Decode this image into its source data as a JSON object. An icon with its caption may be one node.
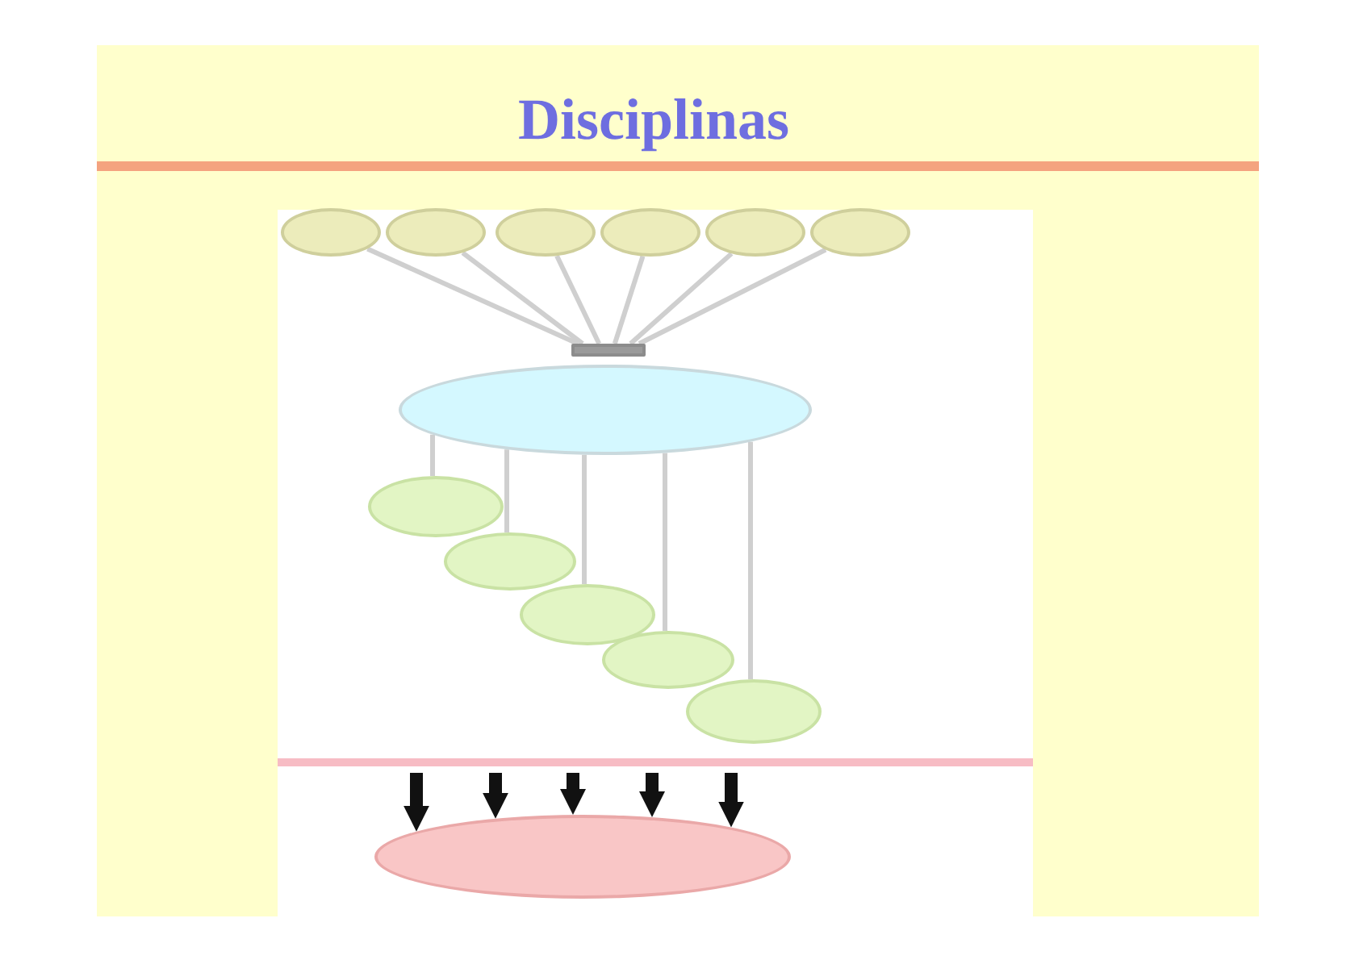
{
  "diagram": {
    "title": "Disciplinas",
    "nodes": [
      {
        "text": [],
        "shape": "ellipse"
      },
      {
        "text": [],
        "shape": "ellipse"
      },
      {
        "text": [],
        "shape": "ellipse"
      },
      {
        "text": [],
        "shape": "ellipse"
      },
      {
        "text": [],
        "shape": "ellipse"
      },
      {
        "text": [],
        "shape": "ellipse"
      },
      {
        "text": [],
        "shape": "bar"
      },
      {
        "text": [],
        "shape": "ellipse"
      },
      {
        "text": [],
        "shape": "ellipse"
      },
      {
        "text": [],
        "shape": "ellipse"
      },
      {
        "text": [],
        "shape": "ellipse"
      },
      {
        "text": [],
        "shape": "ellipse"
      },
      {
        "text": [],
        "shape": "ellipse"
      },
      {
        "text": [],
        "shape": "ellipse"
      }
    ],
    "edges": [
      {
        "from": 0,
        "to": 6,
        "arrow": "none"
      },
      {
        "from": 1,
        "to": 6,
        "arrow": "none"
      },
      {
        "from": 2,
        "to": 6,
        "arrow": "none"
      },
      {
        "from": 3,
        "to": 6,
        "arrow": "none"
      },
      {
        "from": 4,
        "to": 6,
        "arrow": "none"
      },
      {
        "from": 5,
        "to": 6,
        "arrow": "none"
      },
      {
        "from": 7,
        "to": 8,
        "arrow": "none"
      },
      {
        "from": 7,
        "to": 9,
        "arrow": "none"
      },
      {
        "from": 7,
        "to": 10,
        "arrow": "none"
      },
      {
        "from": 7,
        "to": 11,
        "arrow": "none"
      },
      {
        "from": 7,
        "to": 12,
        "arrow": "none"
      },
      {
        "from": null,
        "to": 13,
        "arrow": "to",
        "style": "thick",
        "color": "#111111"
      },
      {
        "from": null,
        "to": 13,
        "arrow": "to",
        "style": "thick",
        "color": "#111111"
      },
      {
        "from": null,
        "to": 13,
        "arrow": "to",
        "style": "thick",
        "color": "#111111"
      },
      {
        "from": null,
        "to": 13,
        "arrow": "to",
        "style": "thick",
        "color": "#111111"
      },
      {
        "from": null,
        "to": 13,
        "arrow": "to",
        "style": "thick",
        "color": "#111111"
      }
    ]
  }
}
